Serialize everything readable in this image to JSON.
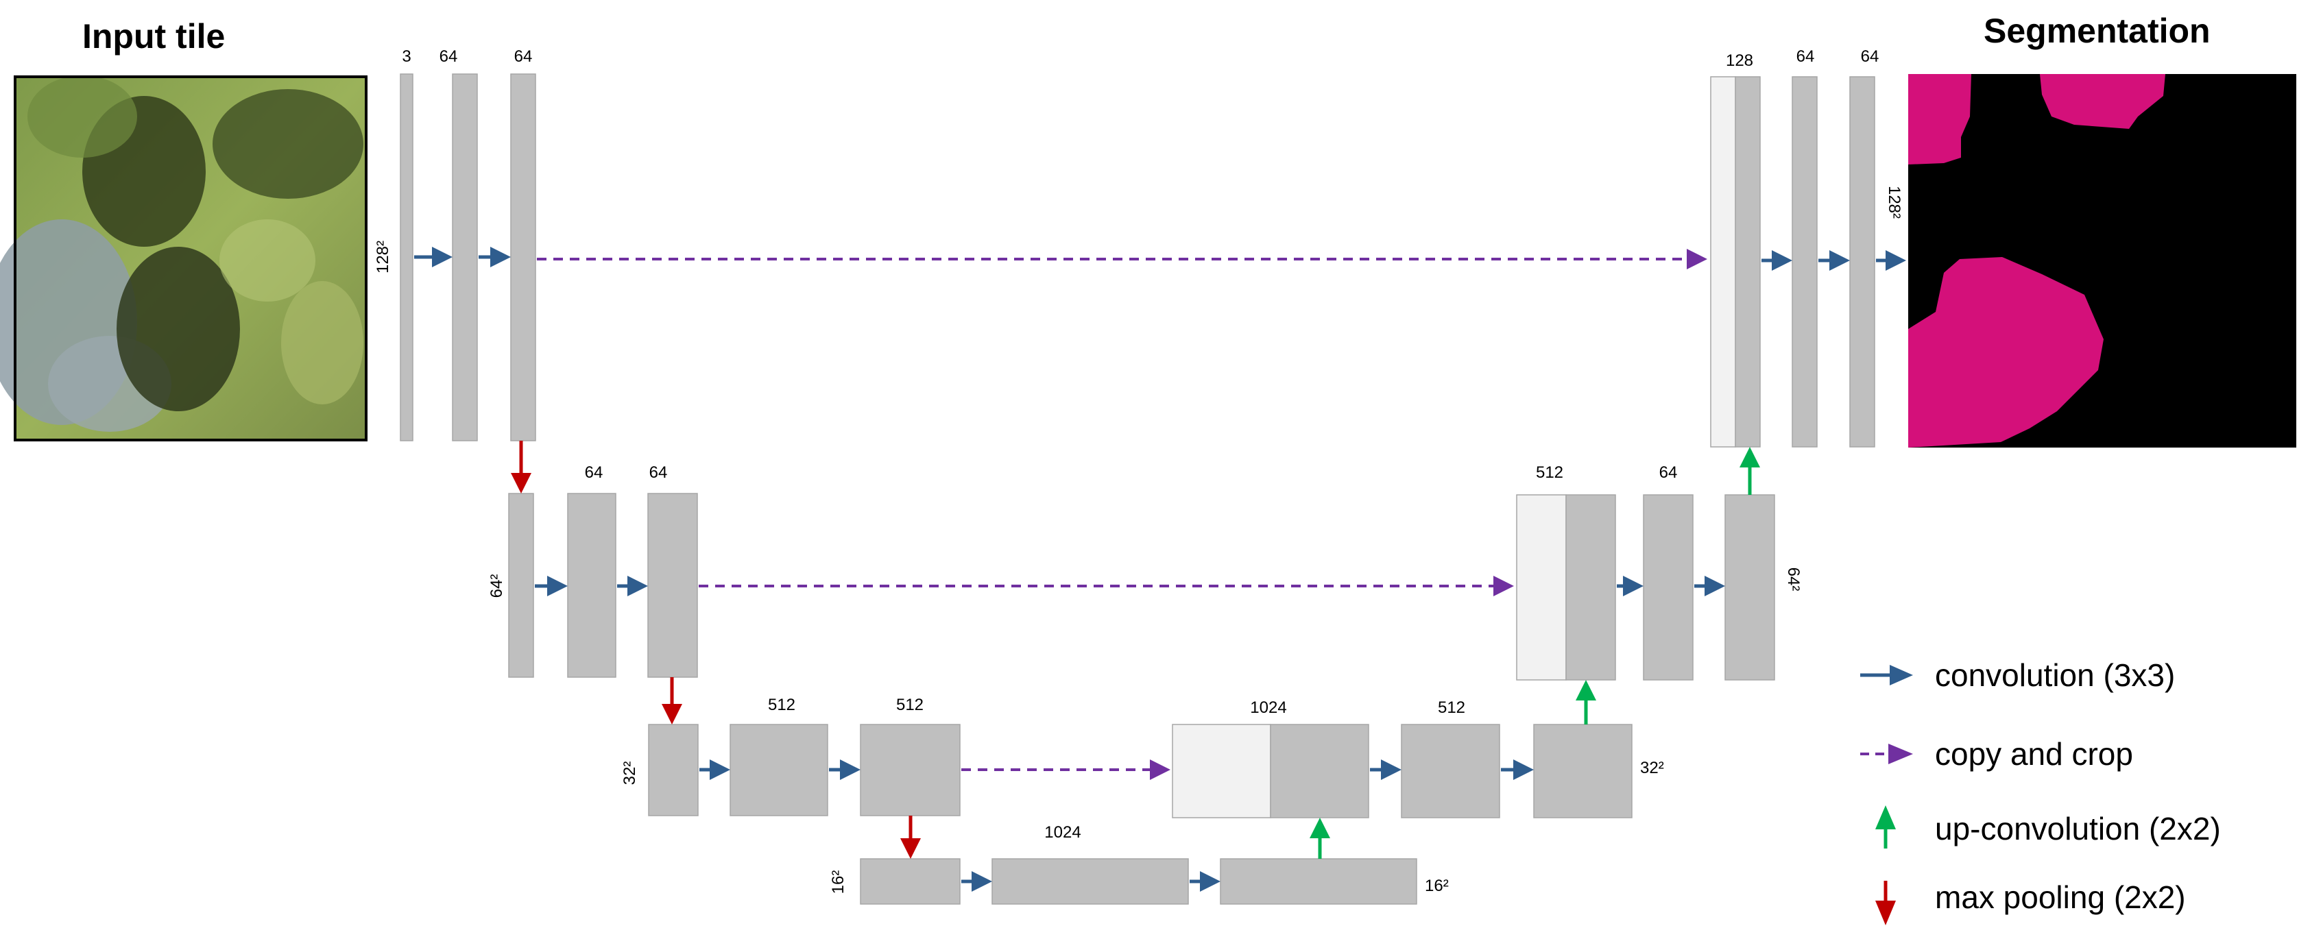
{
  "titles": {
    "input": "Input tile",
    "output": "Segmentation"
  },
  "channel_labels": {
    "l1_in": "3",
    "l1_a": "64",
    "l1_b": "64",
    "l2_a": "64",
    "l2_b": "64",
    "l3_a": "512",
    "l3_b": "512",
    "l4_a": "1024",
    "r3_concat": "1024",
    "r3_conv": "512",
    "r2_concat": "512",
    "r2_conv": "64",
    "r1_concat": "128",
    "r1_a": "64",
    "r1_b": "64"
  },
  "size_labels": {
    "l1": "128²",
    "l2": "64²",
    "l3": "32²",
    "l4": "16²",
    "r4": "16²",
    "r3": "32²",
    "r2": "64²",
    "r1": "128²"
  },
  "legend": {
    "conv": "convolution (3x3)",
    "copy": "copy and crop",
    "upconv": "up-convolution (2x2)",
    "pool": "max pooling (2x2)"
  },
  "colors": {
    "block": "#bfbfbf",
    "block_light": "#f2f2f2",
    "conv_arrow": "#2f5d8e",
    "copy_arrow": "#7030a0",
    "upconv_arrow": "#00b050",
    "pool_arrow": "#c00000",
    "segmentation_bg": "#000000",
    "segmentation_fg": "#d4107a"
  }
}
